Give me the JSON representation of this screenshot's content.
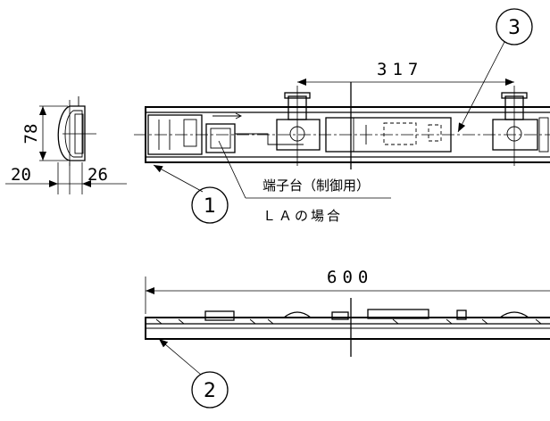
{
  "side_view": {
    "height_dim": "78",
    "front_dim": "20",
    "rear_dim": "26"
  },
  "top_view": {
    "spacing_dim": "317",
    "terminal_note": "端子台（制御用）",
    "la_note": "ＬＡの場合"
  },
  "bottom_view": {
    "length_dim": "600"
  },
  "balloons": {
    "b1": "1",
    "b2": "2",
    "b3": "3"
  }
}
